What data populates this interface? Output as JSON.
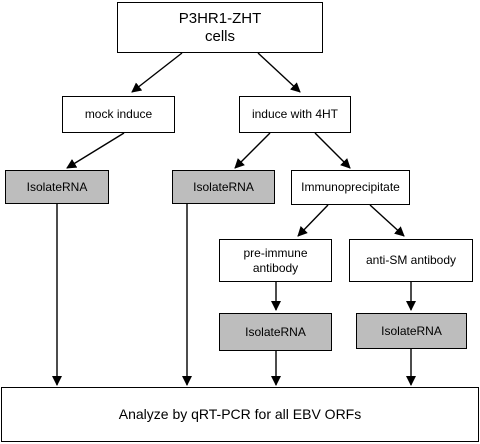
{
  "colors": {
    "line": "#000000",
    "box_border": "#000000",
    "box_fill": "#ffffff",
    "isolate_fill": "#bdbdbd"
  },
  "nodes": {
    "cells": {
      "line1": "P3HR1-ZHT",
      "line2": "cells"
    },
    "mock_induce": "mock induce",
    "induce_4ht": "induce with 4HT",
    "isolate_mock": "IsolateRNA",
    "isolate_4ht": "IsolateRNA",
    "immunoprecipitate": "Immunoprecipitate",
    "pre_immune": {
      "line1": "pre-immune",
      "line2": "antibody"
    },
    "anti_sm": "anti-SM antibody",
    "isolate_pre_immune": "IsolateRNA",
    "isolate_anti_sm": "IsolateRNA",
    "analyze": "Analyze by qRT-PCR for all EBV ORFs"
  }
}
